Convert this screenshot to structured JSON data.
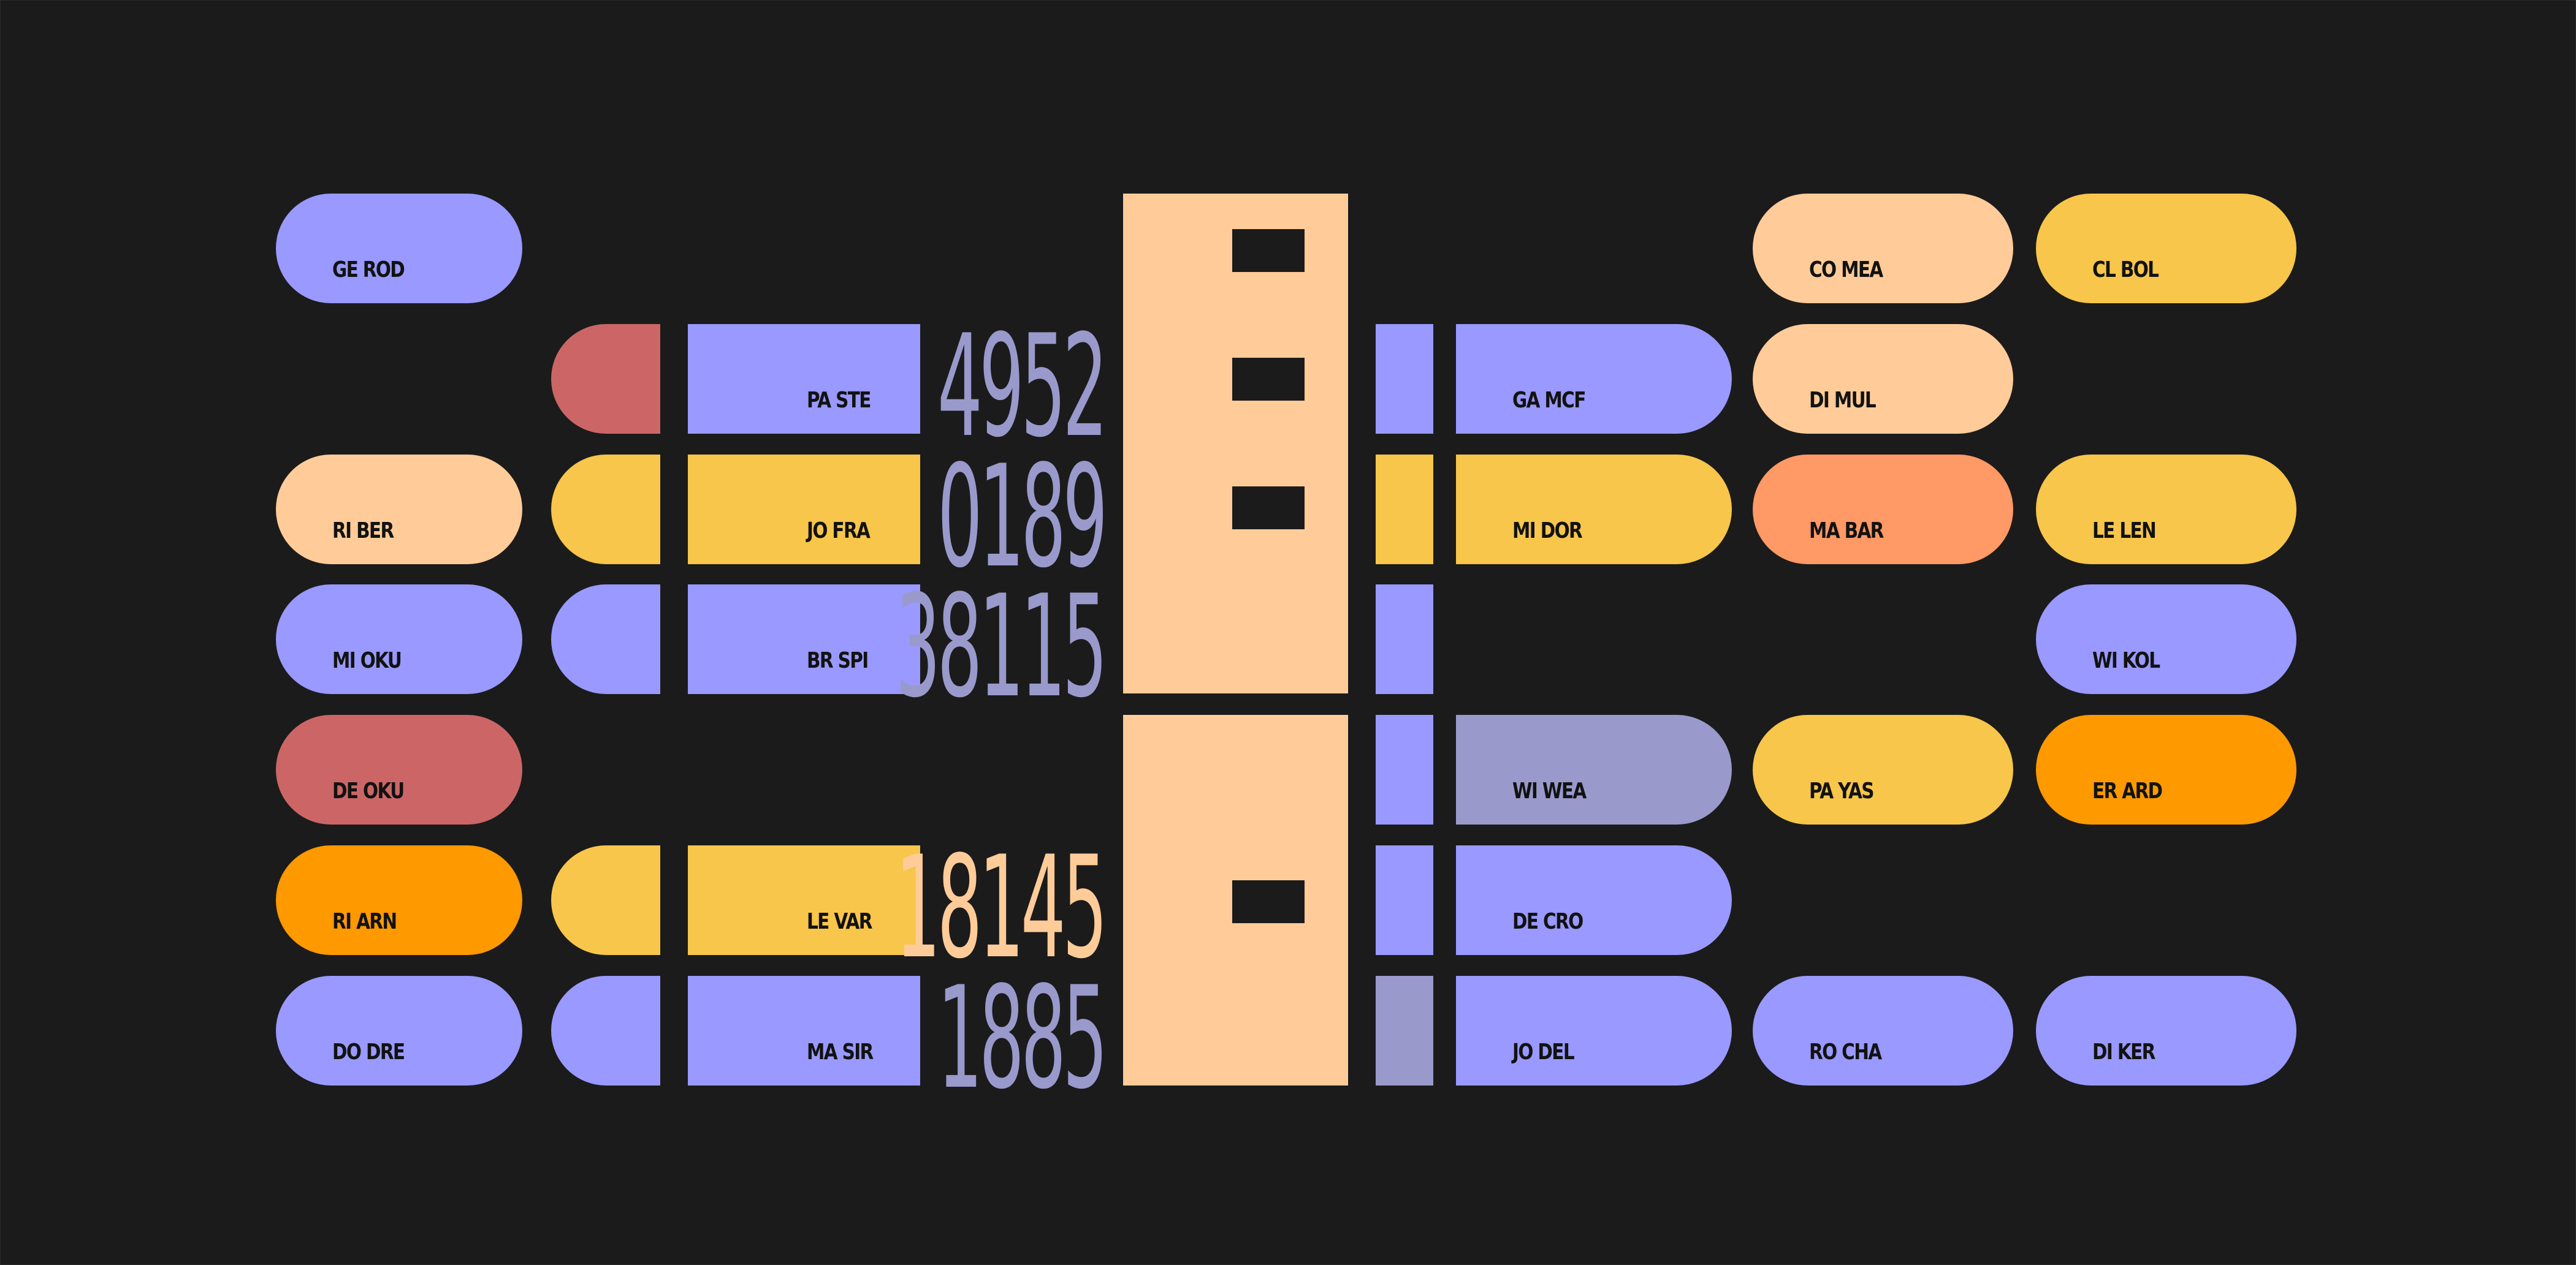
{
  "colors": {
    "background": "#1b1b1b",
    "periwinkle": "#9999ff",
    "peach": "#ffcc99",
    "gold": "#f7c64a",
    "red": "#cc6666",
    "orange": "#ff9900",
    "coral": "#ff9966",
    "lilac": "#9999cc"
  },
  "left_column": [
    {
      "label": "GE ROD"
    },
    {
      "label": "RI BER"
    },
    {
      "label": "MI OKU"
    },
    {
      "label": "DE OKU"
    },
    {
      "label": "RI ARN"
    },
    {
      "label": "DO DRE"
    }
  ],
  "middle_blocks": [
    {
      "label": "PA STE",
      "number": "4952"
    },
    {
      "label": "JO FRA",
      "number": "0189"
    },
    {
      "label": "BR SPI",
      "number": "38115"
    },
    {
      "label": "LE VAR",
      "number": "18145"
    },
    {
      "label": "MA SIR",
      "number": "1885"
    }
  ],
  "right_inner": [
    {
      "label": "GA MCF"
    },
    {
      "label": "MI DOR"
    },
    {
      "label": "WI WEA"
    },
    {
      "label": "DE CRO"
    },
    {
      "label": "JO DEL"
    }
  ],
  "right_col_a": [
    {
      "label": "CO MEA"
    },
    {
      "label": "DI MUL"
    },
    {
      "label": "MA BAR"
    },
    {
      "label": "PA YAS"
    },
    {
      "label": "RO CHA"
    }
  ],
  "right_col_b": [
    {
      "label": "CL BOL"
    },
    {
      "label": "LE LEN"
    },
    {
      "label": "WI KOL"
    },
    {
      "label": "ER ARD"
    },
    {
      "label": "DI KER"
    }
  ]
}
